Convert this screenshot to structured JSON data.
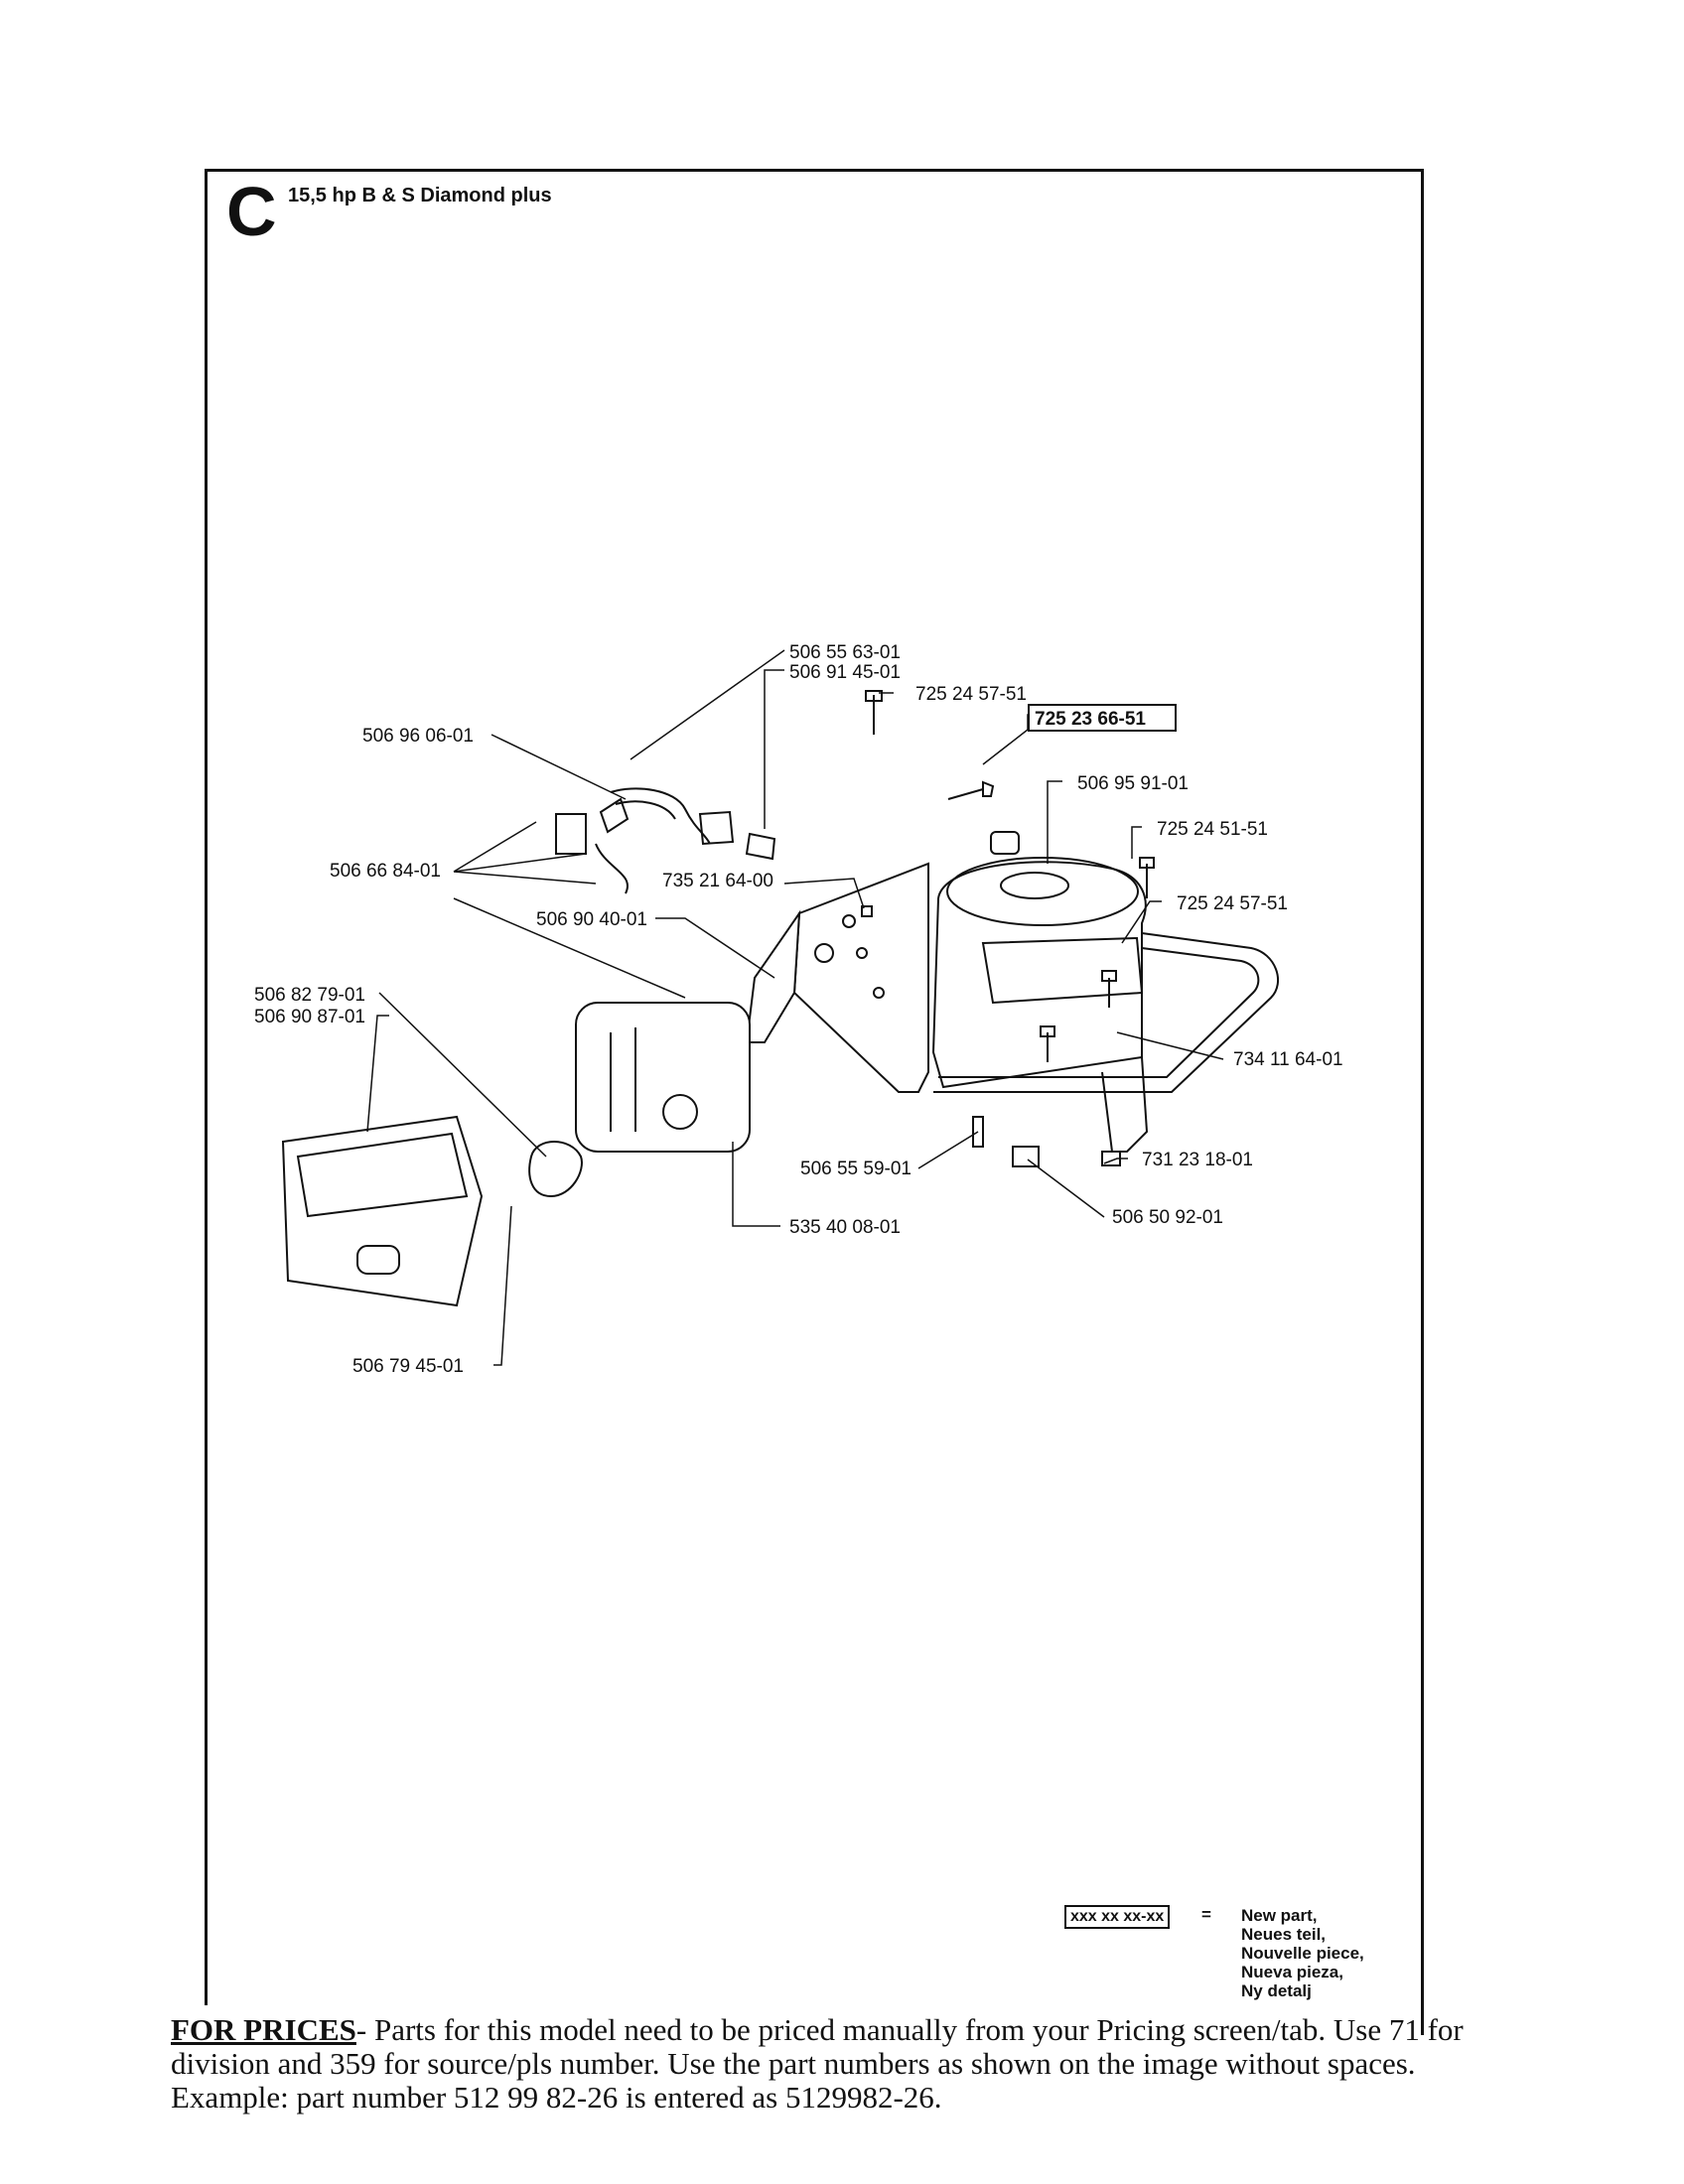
{
  "section": {
    "letter": "C",
    "title": "15,5 hp B & S Diamond plus"
  },
  "callouts": [
    "506 55 63-01",
    "506 91 45-01",
    "725 24 57-51",
    "725 23 66-51",
    "506 96 06-01",
    "506 95 91-01",
    "725 24 51-51",
    "506 66 84-01",
    "735 21 64-00",
    "725 24 57-51",
    "506 90 40-01",
    "506 82 79-01",
    "506 90 87-01",
    "734 11 64-01",
    "506 55 59-01",
    "731 23 18-01",
    "506 50 92-01",
    "535 40 08-01",
    "506 79 45-01"
  ],
  "legend": {
    "box": "xxx xx xx-xx",
    "equals": "=",
    "items": [
      "New part,",
      "Neues teil,",
      "Nouvelle piece,",
      "Nueva pieza,",
      "Ny detalj"
    ]
  },
  "prices": {
    "lead": "FOR PRICES",
    "text": "- Parts for this model need to be priced manually from your Pricing screen/tab. Use 71 for division and 359 for source/pls number.  Use the part numbers as shown on the image without spaces.  Example: part number 512 99 82-26 is entered as 5129982-26."
  }
}
